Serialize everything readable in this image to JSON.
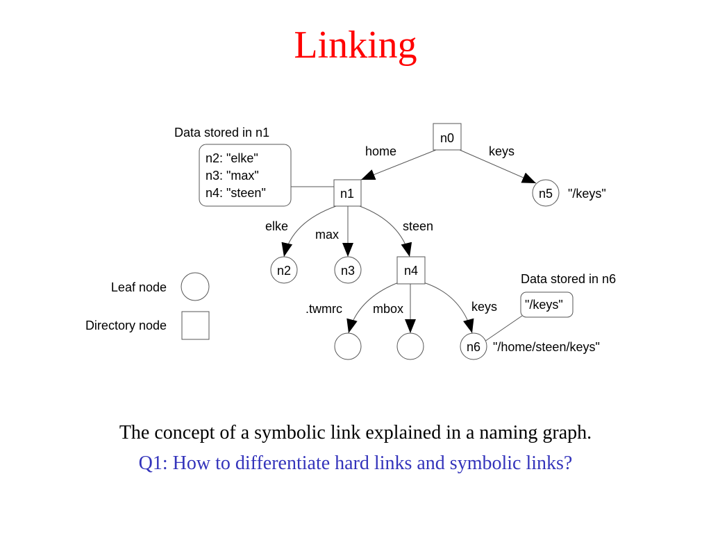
{
  "slide": {
    "title": "Linking",
    "title_color": "#ff0000",
    "caption": "The concept of a symbolic link explained in a naming graph.",
    "question": "Q1: How to differentiate hard links and symbolic links?",
    "question_color": "#3333bb"
  },
  "diagram": {
    "nodes": {
      "n0": "n0",
      "n1": "n1",
      "n2": "n2",
      "n3": "n3",
      "n4": "n4",
      "n5": "n5",
      "n6": "n6"
    },
    "edges": {
      "home": "home",
      "keys_n0": "keys",
      "elke": "elke",
      "max": "max",
      "steen": "steen",
      "twmrc": ".twmrc",
      "mbox": "mbox",
      "keys_n4": "keys"
    },
    "n5_path": "\"/keys\"",
    "n6_path": "\"/home/steen/keys\"",
    "n1_data": {
      "heading": "Data stored in n1",
      "lines": [
        "n2: \"elke\"",
        "n3: \"max\"",
        "n4: \"steen\""
      ]
    },
    "n6_data": {
      "heading": "Data stored in n6",
      "value": "\"/keys\""
    },
    "legend": {
      "leaf": "Leaf node",
      "directory": "Directory node"
    }
  }
}
